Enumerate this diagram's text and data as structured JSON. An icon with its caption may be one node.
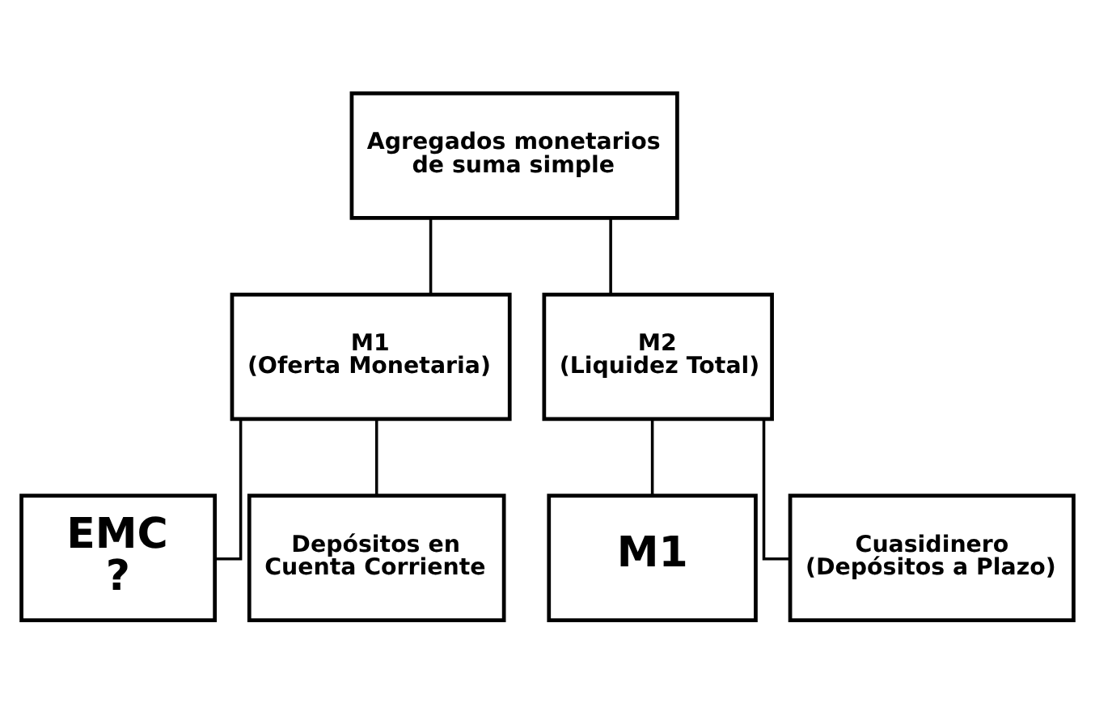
{
  "diagram": {
    "nodes": [
      {
        "text": [
          "Agregados monetarios de suma simple"
        ]
      },
      {
        "text": [
          "M1 (Oferta Monetaria)"
        ]
      },
      {
        "text": [
          "M2 (Liquidez Total)"
        ]
      },
      {
        "text": [
          "EMC ?"
        ]
      },
      {
        "text": [
          "Depósitos en Cuenta Corriente"
        ]
      },
      {
        "text": [
          "M1"
        ]
      },
      {
        "text": [
          "Cuasidinero (Depósitos a Plazo)"
        ]
      }
    ],
    "edges": [
      {
        "from": 0,
        "to": 1,
        "arrow": "none"
      },
      {
        "from": 0,
        "to": 2,
        "arrow": "none"
      },
      {
        "from": 1,
        "to": 3,
        "arrow": "none"
      },
      {
        "from": 1,
        "to": 4,
        "arrow": "none"
      },
      {
        "from": 2,
        "to": 5,
        "arrow": "none"
      },
      {
        "from": 2,
        "to": 6,
        "arrow": "none"
      }
    ]
  }
}
